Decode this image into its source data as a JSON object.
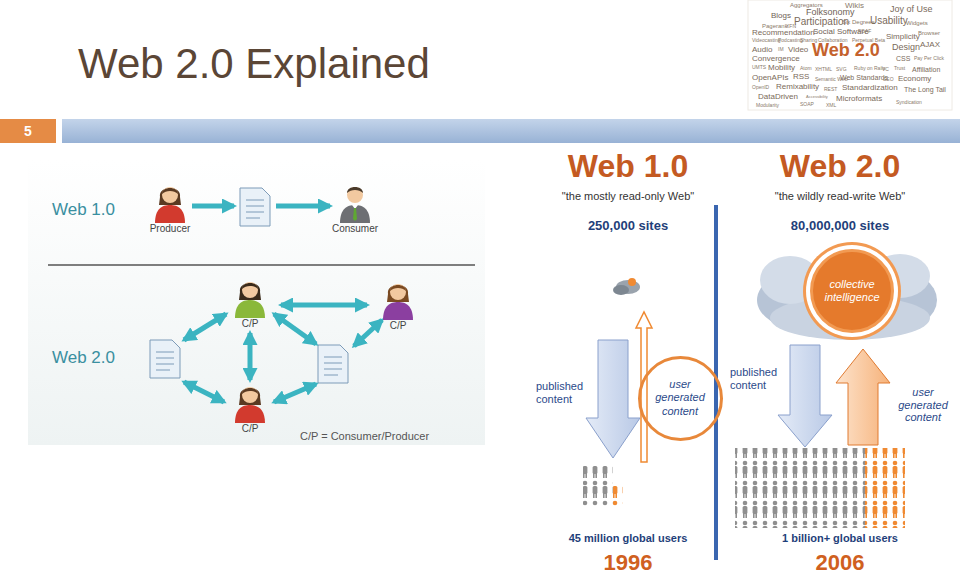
{
  "diagram": {
    "title": "Web 2.0 Explained",
    "nodes": [
      {
        "text": [
          "Producer"
        ]
      },
      {
        "text": [
          "Consumer"
        ]
      },
      {
        "text": [
          "C/P"
        ]
      },
      {
        "text": [
          "C/P"
        ]
      },
      {
        "text": [
          "C/P"
        ]
      },
      {
        "text": [
          "user generated content"
        ]
      },
      {
        "text": [
          "collective intelligence"
        ]
      }
    ],
    "edges": [
      {
        "from": 2,
        "to": 3,
        "arrow": "both"
      },
      {
        "from": 2,
        "to": 4,
        "arrow": "both"
      }
    ],
    "labels": [
      "5",
      "Web 1.0",
      "Web 2.0",
      "C/P = Consumer/Producer",
      "Web 1.0",
      "\"the mostly read-only Web\"",
      "250,000 sites",
      "published content",
      "45 million global users",
      "1996",
      "Web 2.0",
      "\"the wildly read-write Web\"",
      "80,000,000 sites",
      "published content",
      "user generated content",
      "1 billion+ global users",
      "2006",
      "Aggregators",
      "Folksonomy",
      "Wikis",
      "Joy of Use",
      "Blogs",
      "Participation",
      "Six Degrees",
      "Usability",
      "Widgets",
      "Pagerank",
      "XFN",
      "Recommendation",
      "Social Software",
      "FOAF",
      "Browser",
      "Videocasting",
      "Podcasting",
      "Sharing",
      "Collaboration",
      "Perpetual Beta",
      "Simplicity",
      "AJAX",
      "Audio",
      "IM",
      "Video",
      "Web 2.0",
      "Design",
      "Convergence",
      "CSS",
      "Pay Per Click",
      "UMTS",
      "Mobility",
      "Atom",
      "XHTML",
      "SVG",
      "Ruby on Rails",
      "VC",
      "Trust",
      "Affiliation",
      "OpenAPIs",
      "RSS",
      "Semantic Web",
      "Web Standards",
      "SEO",
      "Economy",
      "OpenID",
      "Remixability",
      "REST",
      "Standardization",
      "The Long Tail",
      "DataDriven",
      "Accessibility",
      "Microformats",
      "XML",
      "Modularity",
      "SOAP",
      "Syndication"
    ]
  }
}
